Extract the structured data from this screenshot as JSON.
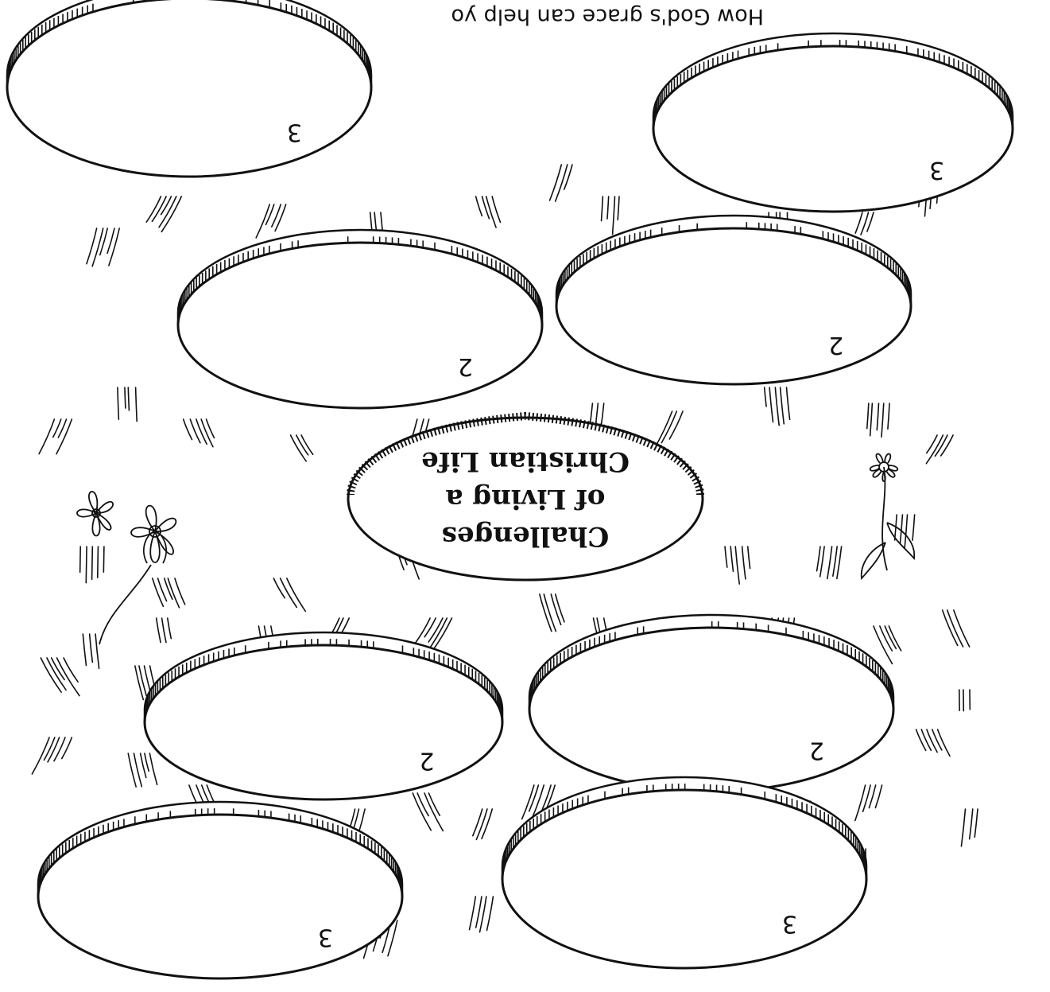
{
  "title": {
    "line1": "Challenges",
    "line2": "of Living a",
    "line3": "Christian Life"
  },
  "bubbles": [
    {
      "id": "b1",
      "number": "3"
    },
    {
      "id": "b2",
      "number": "3"
    },
    {
      "id": "b3",
      "number": "2"
    },
    {
      "id": "b4",
      "number": "2"
    },
    {
      "id": "b5",
      "number": "2"
    },
    {
      "id": "b6",
      "number": "2"
    },
    {
      "id": "b7",
      "number": "3"
    },
    {
      "id": "b8",
      "number": "3"
    }
  ],
  "footer": {
    "text": "How God's grace can help yo"
  },
  "colors": {
    "ink": "#111111",
    "paper": "#ffffff"
  },
  "orientation": "upside-down"
}
